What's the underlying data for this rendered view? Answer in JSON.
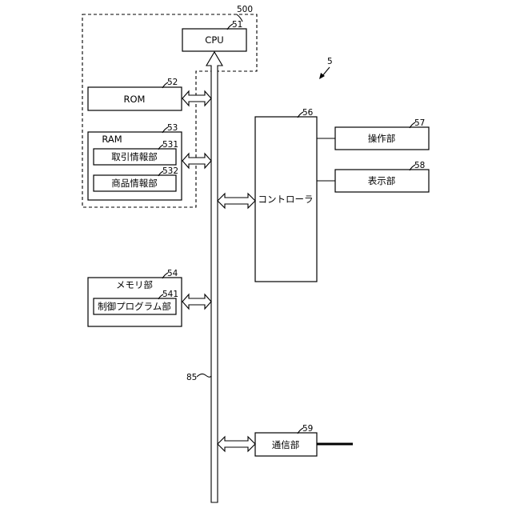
{
  "figure": {
    "ref": "5",
    "group_ref": "500",
    "bus_ref": "85"
  },
  "blocks": {
    "cpu": {
      "label": "CPU",
      "ref": "51"
    },
    "rom": {
      "label": "ROM",
      "ref": "52"
    },
    "ram": {
      "label": "RAM",
      "ref": "53"
    },
    "ram_sub1": {
      "label": "取引情報部",
      "ref": "531"
    },
    "ram_sub2": {
      "label": "商品情報部",
      "ref": "532"
    },
    "memory": {
      "label": "メモリ部",
      "ref": "54"
    },
    "memory_sub": {
      "label": "制御プログラム部",
      "ref": "541"
    },
    "controller": {
      "label": "コントローラ",
      "ref": "56"
    },
    "operation": {
      "label": "操作部",
      "ref": "57"
    },
    "display": {
      "label": "表示部",
      "ref": "58"
    },
    "comm": {
      "label": "通信部",
      "ref": "59"
    }
  }
}
